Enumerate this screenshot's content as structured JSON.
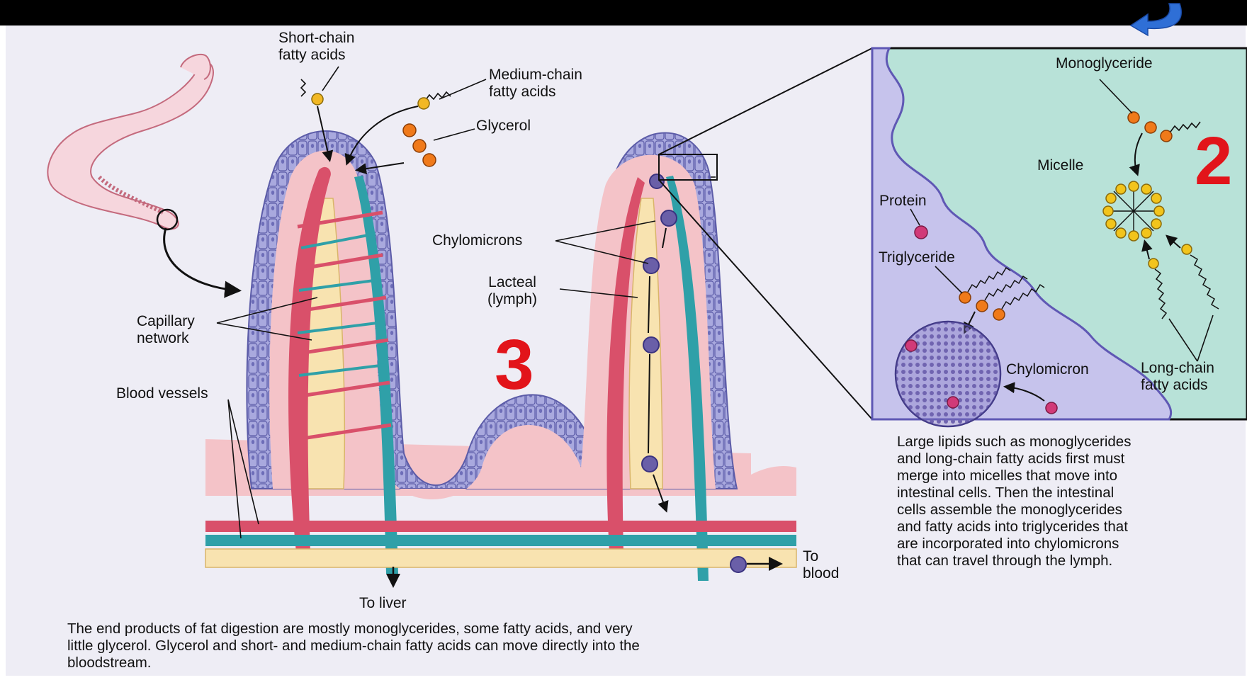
{
  "labels": {
    "short_chain": "Short-chain\nfatty acids",
    "medium_chain": "Medium-chain\nfatty acids",
    "glycerol": "Glycerol",
    "chylomicrons": "Chylomicrons",
    "lacteal": "Lacteal\n(lymph)",
    "capillary": "Capillary\nnetwork",
    "blood_vessels": "Blood vessels",
    "to_liver": "To liver",
    "to_blood": "To\nblood",
    "monoglyceride": "Monoglyceride",
    "micelle": "Micelle",
    "protein": "Protein",
    "triglyceride": "Triglyceride",
    "chylomicron": "Chylomicron",
    "long_chain": "Long-chain\nfatty acids"
  },
  "markers": {
    "two": "2",
    "three": "3"
  },
  "captions": {
    "right": "Large lipids such as monoglycerides\nand long-chain fatty acids first must\nmerge into micelles that move into\nintestinal cells. Then the intestinal\ncells assemble the monoglycerides\nand fatty acids into triglycerides that\nare incorporated into chylomicrons\nthat can travel through the lymph.",
    "bottom": "The end products of fat digestion are mostly monoglycerides, some fatty acids, and very\nlittle glycerol. Glycerol and short- and medium-chain fatty acids can move directly into the\nbloodstream."
  },
  "colors": {
    "marker_red": "#e2141a",
    "lymph": "#2fa0a8",
    "blood": "#d9506a",
    "cell_lavender": "#9a9ad6",
    "inset_bg": "#b8e2d8"
  },
  "icons": {
    "back_arrow": "curved-back-arrow-icon"
  }
}
